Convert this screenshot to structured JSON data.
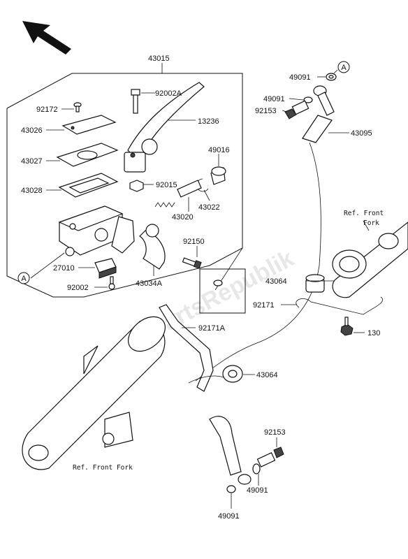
{
  "parts": {
    "p43015": "43015",
    "p92002A": "92002A",
    "p92172": "92172",
    "p13236": "13236",
    "p43026": "43026",
    "p43027": "43027",
    "p49016": "49016",
    "p43028": "43028",
    "p92015": "92015",
    "p43022": "43022",
    "p43020": "43020",
    "p92150": "92150",
    "p27010": "27010",
    "p92002": "92002",
    "p43034A": "43034A",
    "p49091a": "49091",
    "p49091b": "49091",
    "p92153a": "92153",
    "p43095": "43095",
    "p43064a": "43064",
    "p92171": "92171",
    "p130": "130",
    "p92171A": "92171A",
    "p43064b": "43064",
    "p92153b": "92153",
    "p49091c": "49091",
    "p49091d": "49091"
  },
  "markers": {
    "a1": "A",
    "a2": "A"
  },
  "refs": {
    "front_fork_right_l1": "Ref. Front",
    "front_fork_right_l2": "Fork",
    "front_fork_left": "Ref. Front Fork"
  },
  "watermark": "PartsRepublik",
  "icons": {
    "direction": "arrow-up-left-icon"
  }
}
